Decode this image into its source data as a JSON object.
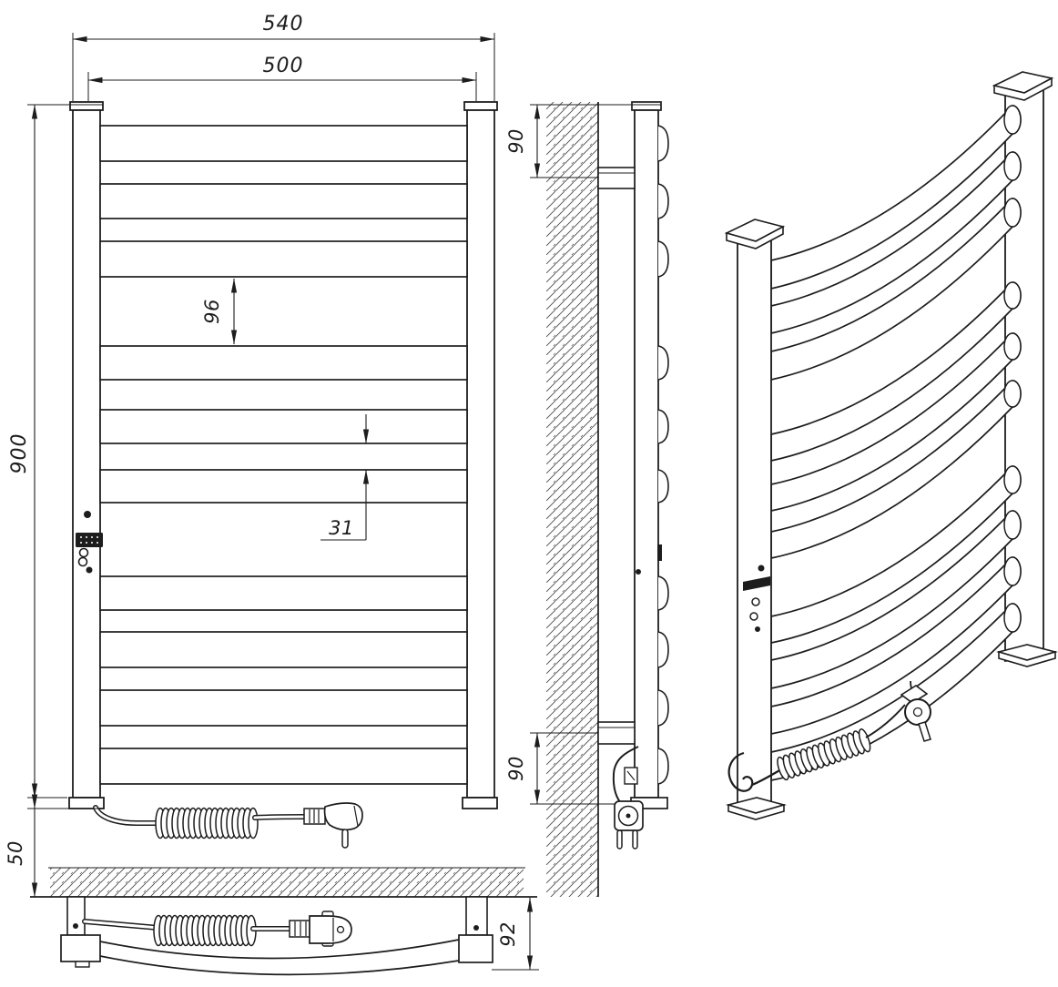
{
  "meta": {
    "description": "Technical dimensional drawing of an electric ladder-type heated towel rail with curved flat bars: front view, side view, bottom view and isometric view",
    "units": "mm"
  },
  "front_view": {
    "dim_overall_width": "540",
    "dim_mount_width": "500",
    "dim_height": "900",
    "dim_group_gap": "96",
    "dim_bar_gap": "31"
  },
  "side_view": {
    "dim_top_bracket": "90",
    "dim_bottom_bracket": "90"
  },
  "bottom_view": {
    "dim_bottom_offset": "50",
    "dim_depth": "92"
  },
  "style": {
    "line_color": "#1d1d1d",
    "background": "#ffffff"
  }
}
